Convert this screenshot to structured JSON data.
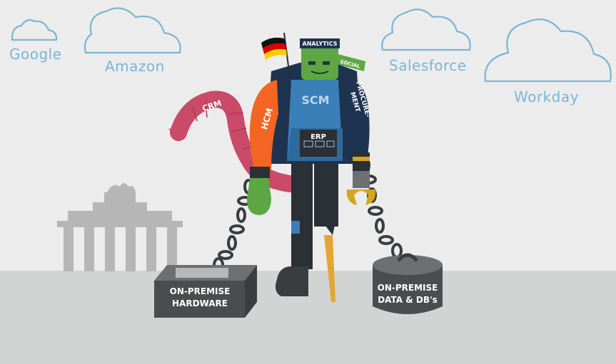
{
  "clouds": [
    {
      "label": "Google"
    },
    {
      "label": "Amazon"
    },
    {
      "label": "Salesforce"
    },
    {
      "label": "Workday"
    }
  ],
  "robot": {
    "hat_label": "ANALYTICS",
    "band_label": "SOCIAL",
    "torso_label": "SCM",
    "left_arm_label": "HCM",
    "right_arm_label_1": "PROCURE-",
    "right_arm_label_2": "MENT",
    "belt_label": "ERP",
    "tail_label": "CRM",
    "flag": "germany-flag"
  },
  "weights": {
    "box_line_1": "ON-PREMISE",
    "box_line_2": "HARDWARE",
    "cylinder_line_1": "ON-PREMISE",
    "cylinder_line_2": "DATA & DB's"
  },
  "colors": {
    "background": "#ececec",
    "ground": "#d2d3d3",
    "cloud": "#7ab5d6",
    "robot_skin": "#5ca743",
    "coat": "#1e3350",
    "vest": "#3a7fb8",
    "hcm_arm": "#f26522",
    "crm_tail": "#c94a69",
    "weight": "#555758",
    "gold": "#d6a520"
  }
}
